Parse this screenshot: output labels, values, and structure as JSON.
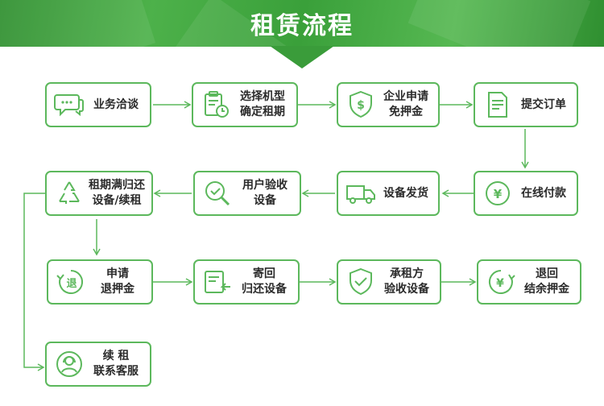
{
  "header": {
    "title": "租赁流程"
  },
  "steps": {
    "consult": "业务洽谈",
    "choose": "选择机型\n确定租期",
    "apply_deposit": "企业申请\n免押金",
    "order": "提交订单",
    "pay": "在线付款",
    "ship": "设备发货",
    "accept": "用户验收\n设备",
    "expire": "租期满归还\n设备/续租",
    "refund_apply": "申请\n退押金",
    "return": "寄回\n归还设备",
    "inspect": "承租方\n验收设备",
    "settle": "退回\n结余押金",
    "renew": "续 租\n联系客服"
  },
  "icons": {
    "consult": "chat-bubble-icon",
    "choose": "clipboard-clock-icon",
    "apply_deposit": "shield-dollar-icon",
    "order": "document-icon",
    "pay": "yen-coin-icon",
    "ship": "truck-icon",
    "accept": "magnifier-check-icon",
    "expire": "recycle-icon",
    "refund_apply": "refund-circle-icon",
    "return": "return-form-icon",
    "inspect": "shield-check-icon",
    "settle": "yen-refresh-icon",
    "renew": "customer-service-icon"
  },
  "colors": {
    "accent": "#5cb85c",
    "banner": "#3a9c3a",
    "text": "#2b2b2b"
  }
}
